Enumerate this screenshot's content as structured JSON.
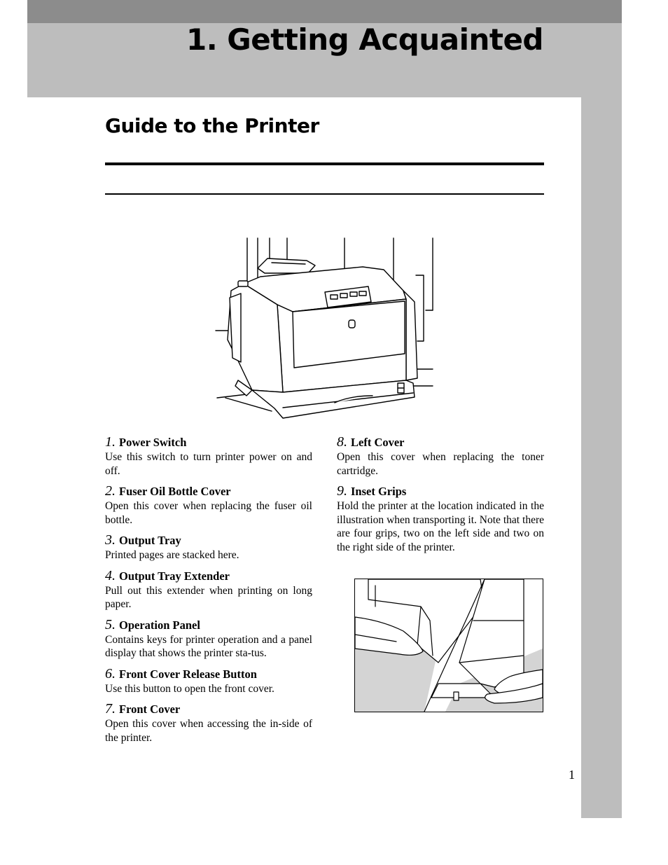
{
  "header": {
    "chapter_title": "1. Getting Acquainted"
  },
  "section": {
    "title": "Guide to the Printer"
  },
  "items": [
    {
      "number": "1.",
      "title": "Power Switch",
      "text": "Use this switch to turn printer power on and off."
    },
    {
      "number": "2.",
      "title": "Fuser Oil Bottle Cover",
      "text": "Open this cover when replacing the fuser oil bottle."
    },
    {
      "number": "3.",
      "title": "Output Tray",
      "text": "Printed pages are stacked here."
    },
    {
      "number": "4.",
      "title": "Output Tray Extender",
      "text": "Pull out this extender when printing on long paper."
    },
    {
      "number": "5.",
      "title": "Operation Panel",
      "text": "Contains keys for printer operation and a panel display that shows the printer sta-tus."
    },
    {
      "number": "6.",
      "title": "Front Cover Release Button",
      "text": "Use this button to open the front cover."
    },
    {
      "number": "7.",
      "title": "Front Cover",
      "text": "Open this cover when accessing the in-side of the printer."
    },
    {
      "number": "8.",
      "title": "Left Cover",
      "text": "Open this cover when replacing the toner cartridge."
    },
    {
      "number": "9.",
      "title": "Inset Grips",
      "text": "Hold the printer at the location indicated in the illustration when transporting it. Note that there are four grips, two on the left side and two on the right side of the printer."
    }
  ],
  "footer": {
    "page_number": "1"
  },
  "colors": {
    "band_dark": "#8c8c8c",
    "band_light": "#bdbdbd",
    "photo_floor": "#d4d4d4"
  },
  "icons": [
    "printer-illustration",
    "grip-photo"
  ]
}
